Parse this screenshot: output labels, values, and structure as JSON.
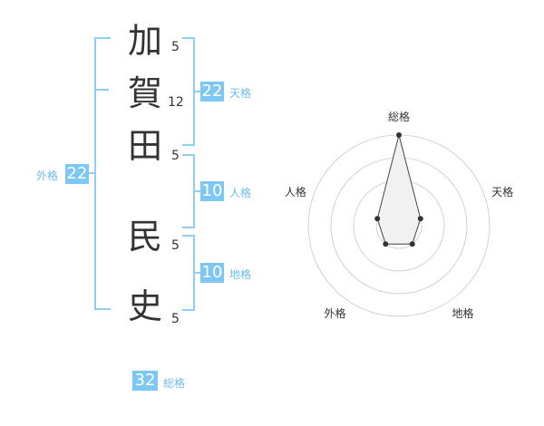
{
  "name": {
    "characters": [
      {
        "char": "加",
        "strokes": "5"
      },
      {
        "char": "賀",
        "strokes": "12"
      },
      {
        "char": "田",
        "strokes": "5"
      },
      {
        "char": "民",
        "strokes": "5"
      },
      {
        "char": "史",
        "strokes": "5"
      }
    ]
  },
  "kakusu": {
    "tenkaku": {
      "value": "22",
      "label": "天格"
    },
    "jinkaku": {
      "value": "10",
      "label": "人格"
    },
    "chikaku": {
      "value": "10",
      "label": "地格"
    },
    "gaikaku": {
      "value": "22",
      "label": "外格"
    },
    "soukaku": {
      "value": "32",
      "label": "総格"
    }
  },
  "radar": {
    "axes": [
      "総格",
      "天格",
      "地格",
      "外格",
      "人格"
    ],
    "levels": 4,
    "values": [
      4,
      1,
      1,
      1,
      1
    ],
    "max": 4,
    "colors": {
      "fill": "#f1f1f1",
      "stroke": "#444444",
      "grid": "#c8c8c8",
      "point": "#333333",
      "center": "#d0d0d0"
    }
  }
}
